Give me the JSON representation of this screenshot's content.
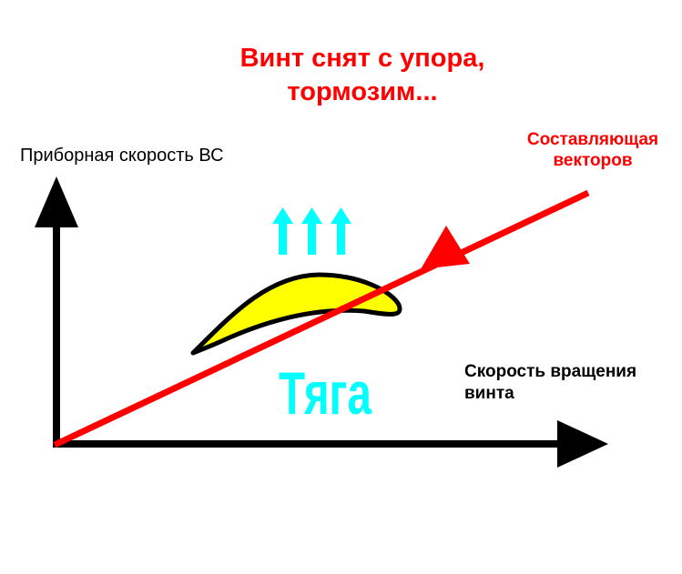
{
  "title": {
    "line1": "Винт снят с упора,",
    "line2": "тормозим..."
  },
  "axes": {
    "y_label": "Приборная скорость ВС",
    "x_label_line1": "Скорость вращения",
    "x_label_line2": "винта"
  },
  "vector": {
    "label_line1": "Составляющая",
    "label_line2": "векторов"
  },
  "thrust_label": "Тяга",
  "colors": {
    "title": "#ff0000",
    "vector": "#ff0000",
    "thrust": "#00ffff",
    "airfoil": "#ffff00",
    "axes": "#000000"
  }
}
